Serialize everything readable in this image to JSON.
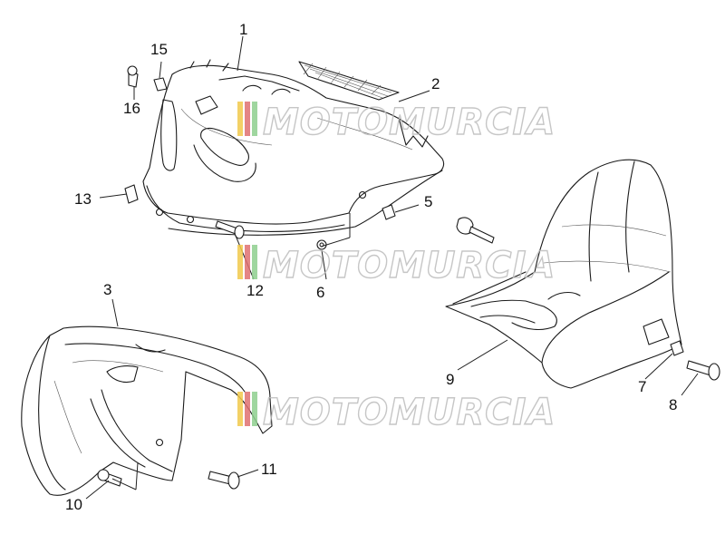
{
  "diagram": {
    "callouts": [
      {
        "id": "c1",
        "label": "1"
      },
      {
        "id": "c2",
        "label": "2"
      },
      {
        "id": "c3",
        "label": "3"
      },
      {
        "id": "c5",
        "label": "5"
      },
      {
        "id": "c6",
        "label": "6"
      },
      {
        "id": "c7",
        "label": "7"
      },
      {
        "id": "c8",
        "label": "8"
      },
      {
        "id": "c9",
        "label": "9"
      },
      {
        "id": "c10",
        "label": "10"
      },
      {
        "id": "c11",
        "label": "11"
      },
      {
        "id": "c12",
        "label": "12"
      },
      {
        "id": "c13",
        "label": "13"
      },
      {
        "id": "c15",
        "label": "15"
      },
      {
        "id": "c16",
        "label": "16"
      }
    ],
    "watermark": {
      "text": "MOTOMURCIA",
      "colors": [
        "#f2c94c",
        "#e07070",
        "#8fcf8f"
      ]
    }
  }
}
